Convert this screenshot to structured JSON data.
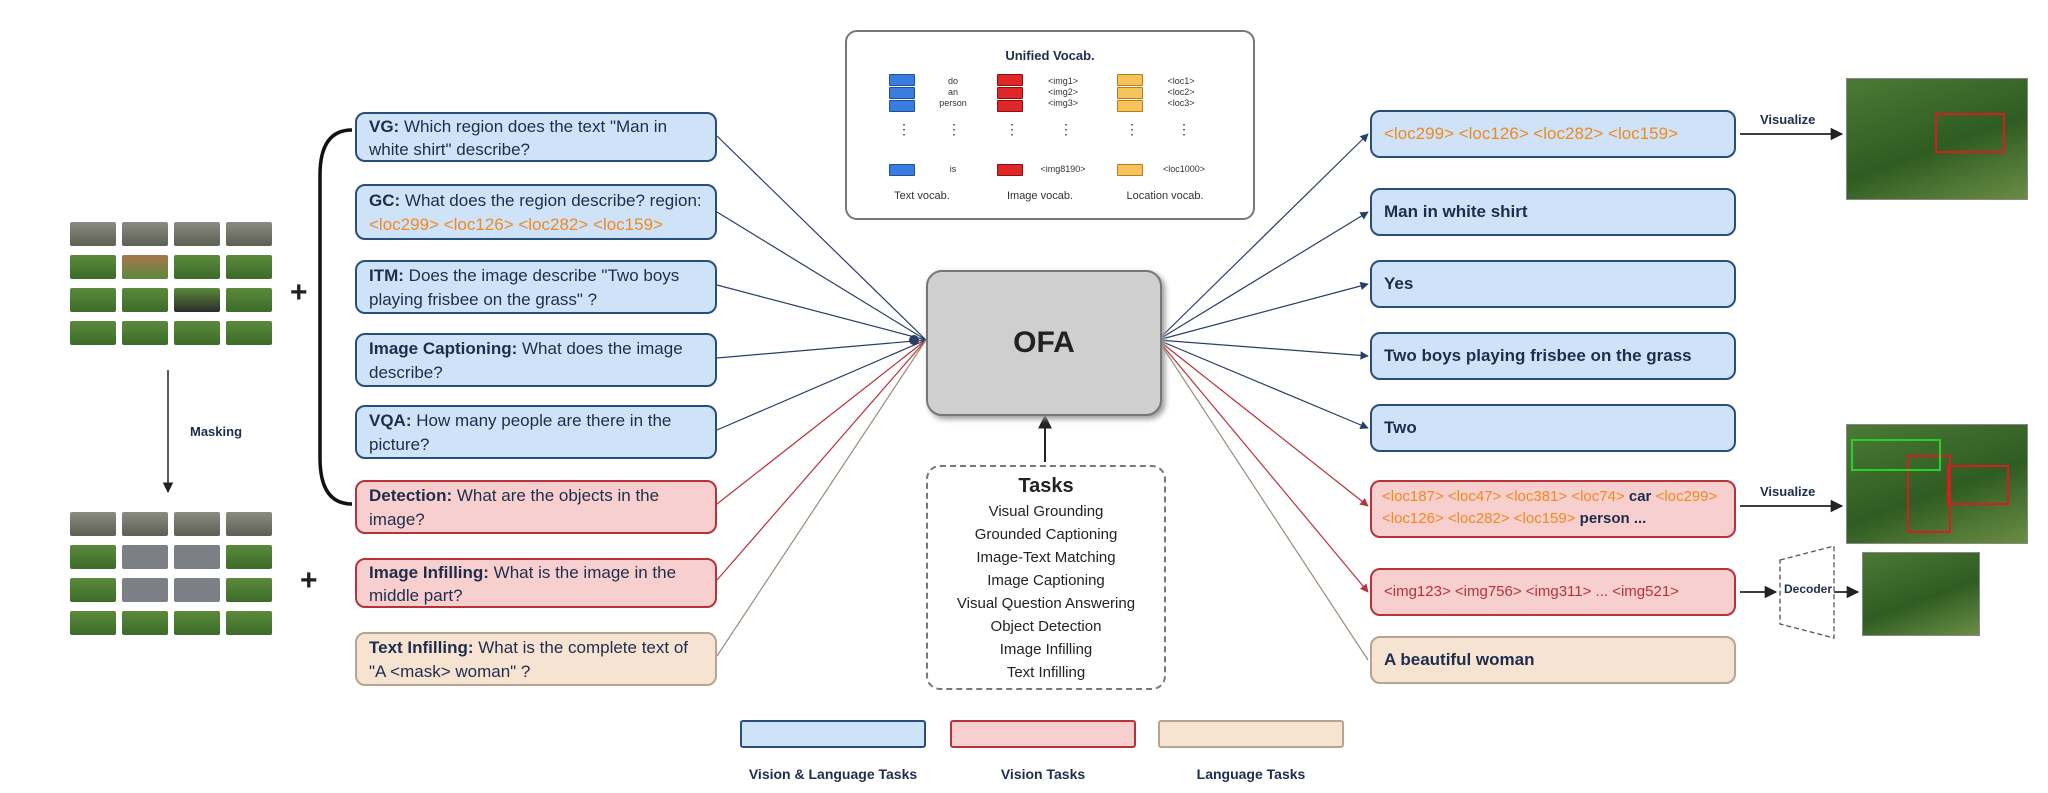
{
  "vocab": {
    "title": "Unified Vocab.",
    "text_items": [
      "do",
      "an",
      "person"
    ],
    "text_last": "is",
    "text_caption": "Text vocab.",
    "image_items": [
      "<img1>",
      "<img2>",
      "<img3>"
    ],
    "image_last": "<img8190>",
    "image_caption": "Image vocab.",
    "loc_items": [
      "<loc1>",
      "<loc2>",
      "<loc3>"
    ],
    "loc_last": "<loc1000>",
    "loc_caption": "Location vocab."
  },
  "inputs": [
    {
      "label": "VG:",
      "text": " Which region does the text \"Man in white shirt\" describe?",
      "kind": "vl"
    },
    {
      "label": "GC:",
      "text": " What does the region describe? region:",
      "tokens": "<loc299> <loc126> <loc282> <loc159>",
      "kind": "vl"
    },
    {
      "label": "ITM:",
      "text": " Does the image describe \"Two boys playing frisbee on the grass\" ?",
      "kind": "vl"
    },
    {
      "label": "Image Captioning:",
      "text": " What does the image describe?",
      "kind": "vl"
    },
    {
      "label": "VQA:",
      "text": " How many people are there in the picture?",
      "kind": "vl"
    },
    {
      "label": "Detection:",
      "text": " What are the objects in the image?",
      "kind": "v"
    },
    {
      "label": "Image Infilling:",
      "text": " What is the image in the middle part?",
      "kind": "v"
    },
    {
      "label": "Text Infilling:",
      "text": " What is the complete text of \"A <mask> woman\" ?",
      "kind": "l"
    }
  ],
  "outputs": [
    {
      "tokens": "<loc299> <loc126> <loc282> <loc159>",
      "kind": "vl"
    },
    {
      "text": "Man in white shirt",
      "kind": "vl"
    },
    {
      "text": "Yes",
      "kind": "vl"
    },
    {
      "text": "Two boys playing frisbee on the grass",
      "kind": "vl"
    },
    {
      "text": "Two",
      "kind": "vl"
    },
    {
      "tokens1": "<loc187> <loc47> <loc381> <loc74>",
      "t1": " car ",
      "tokens2": "<loc299> <loc126> <loc282> <loc159>",
      "t2": " person ...",
      "kind": "v"
    },
    {
      "tokens": "<img123> <img756> <img311> ... <img521>",
      "kind": "v"
    },
    {
      "text": "A beautiful woman",
      "kind": "l"
    }
  ],
  "center": "OFA",
  "masking_label": "Masking",
  "visualize_label": "Visualize",
  "decoder_label": "Decoder",
  "plus": "+",
  "tasks": {
    "title": "Tasks",
    "items": [
      "Visual Grounding",
      "Grounded Captioning",
      "Image-Text Matching",
      "Image Captioning",
      "Visual Question Answering",
      "Object Detection",
      "Image Infilling",
      "Text Infilling"
    ]
  },
  "legend": [
    {
      "label": "Vision & Language Tasks",
      "kind": "vl"
    },
    {
      "label": "Vision Tasks",
      "kind": "v"
    },
    {
      "label": "Language Tasks",
      "kind": "l"
    }
  ],
  "colors": {
    "vl_fill": "#cfe3f8",
    "vl_border": "#2a4d7a",
    "v_fill": "#f8cfcf",
    "v_border": "#b8323a",
    "l_fill": "#f6e3d2",
    "l_border": "#b9a48f",
    "token": "#f0891e"
  }
}
